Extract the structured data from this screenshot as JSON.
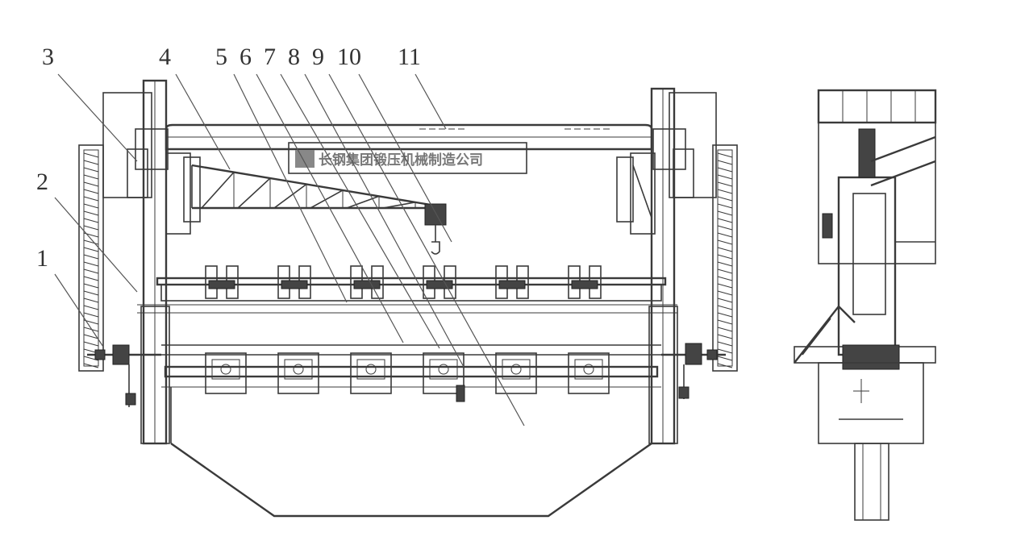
{
  "labels": [
    "1",
    "2",
    "3",
    "4",
    "5",
    "6",
    "7",
    "8",
    "9",
    "10",
    "11"
  ],
  "nameplate": "长钢集团锻压机械制造公司",
  "colors": {
    "line": "#3a3a3a",
    "label": "#333333",
    "background": "#ffffff"
  }
}
